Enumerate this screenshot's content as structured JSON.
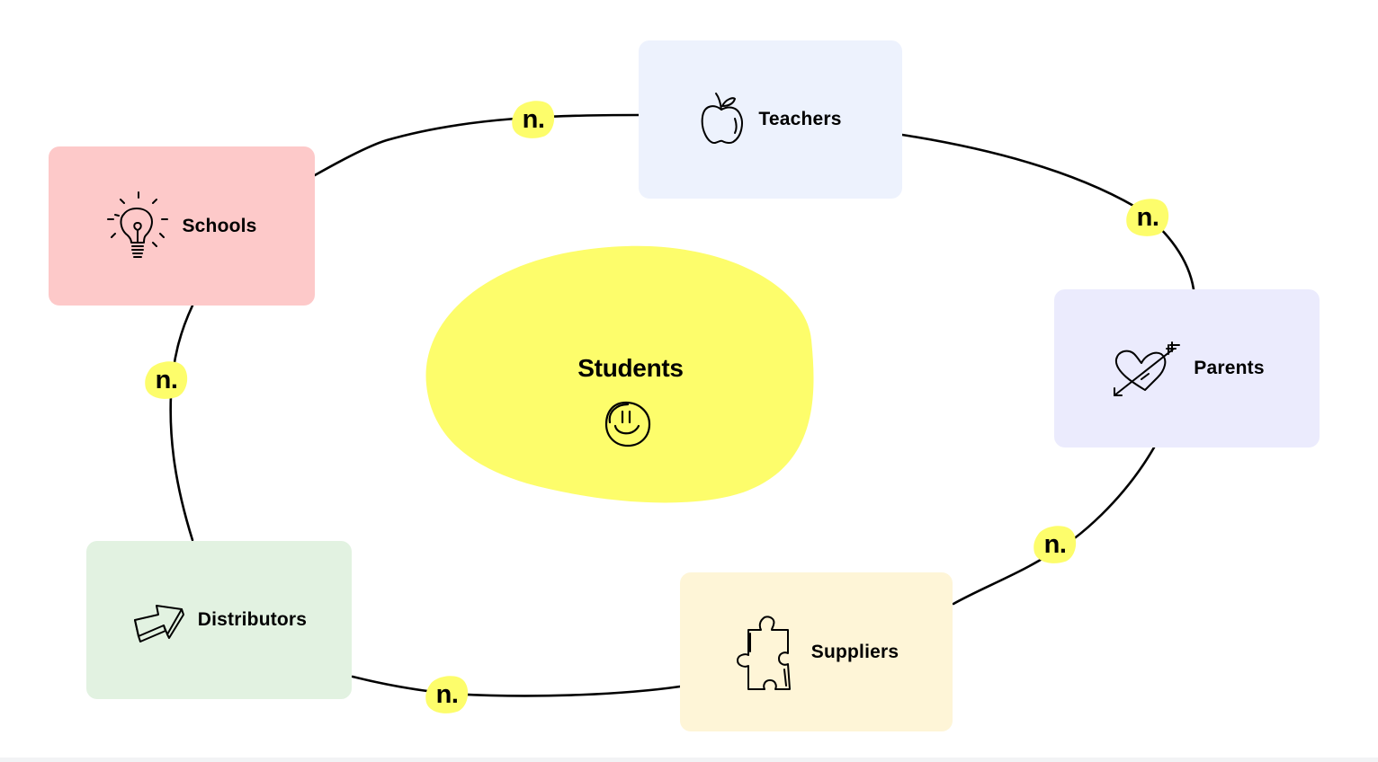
{
  "center": {
    "label": "Students",
    "icon": "smiley-face-icon",
    "color": "#fdfd6b"
  },
  "nodes": {
    "teachers": {
      "label": "Teachers",
      "icon": "apple-icon",
      "color": "#edf2fd"
    },
    "schools": {
      "label": "Schools",
      "icon": "lightbulb-icon",
      "color": "#fdc9c9"
    },
    "parents": {
      "label": "Parents",
      "icon": "heart-arrow-icon",
      "color": "#ebebfd"
    },
    "suppliers": {
      "label": "Suppliers",
      "icon": "puzzle-piece-icon",
      "color": "#fef5d7"
    },
    "distributors": {
      "label": "Distributors",
      "icon": "arrow-right-icon",
      "color": "#e2f2e1"
    }
  },
  "badges": {
    "label": "n.",
    "color": "#fdfd6b",
    "items": [
      "n.",
      "n.",
      "n.",
      "n.",
      "n."
    ]
  }
}
